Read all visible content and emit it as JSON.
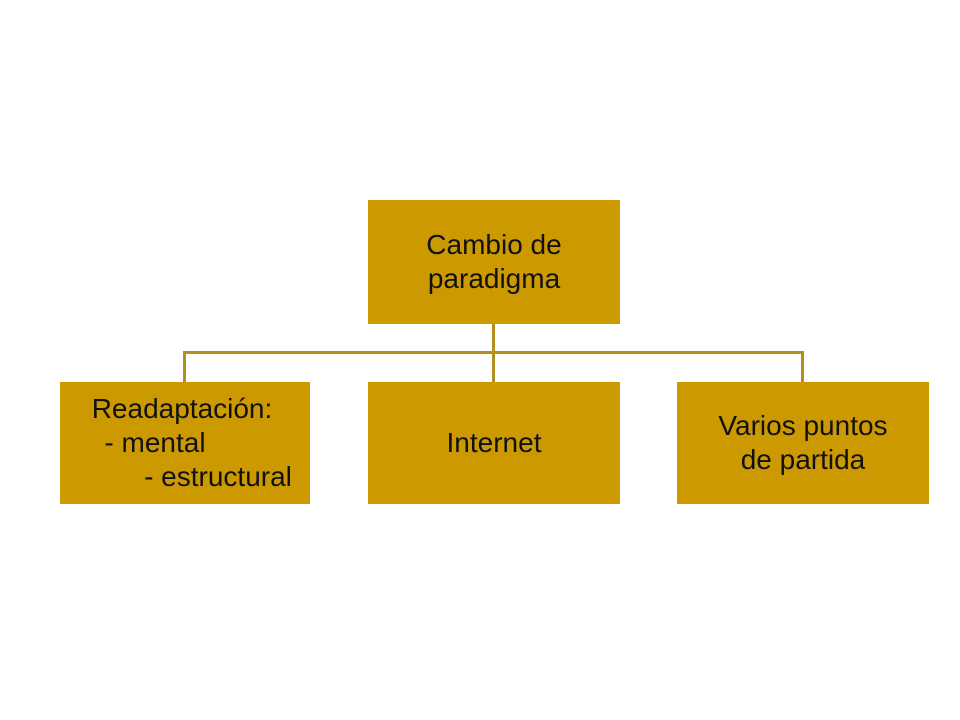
{
  "colors": {
    "node_fill": "#cc9900",
    "connector": "#b38f1e",
    "text": "#111111",
    "background": "#ffffff"
  },
  "root": {
    "lines": [
      "Cambio de",
      "paradigma"
    ]
  },
  "children": [
    {
      "lines": [
        "Readaptación:",
        "- mental",
        "- estructural"
      ]
    },
    {
      "lines": [
        "Internet"
      ]
    },
    {
      "lines": [
        "Varios puntos",
        "de partida"
      ]
    }
  ]
}
